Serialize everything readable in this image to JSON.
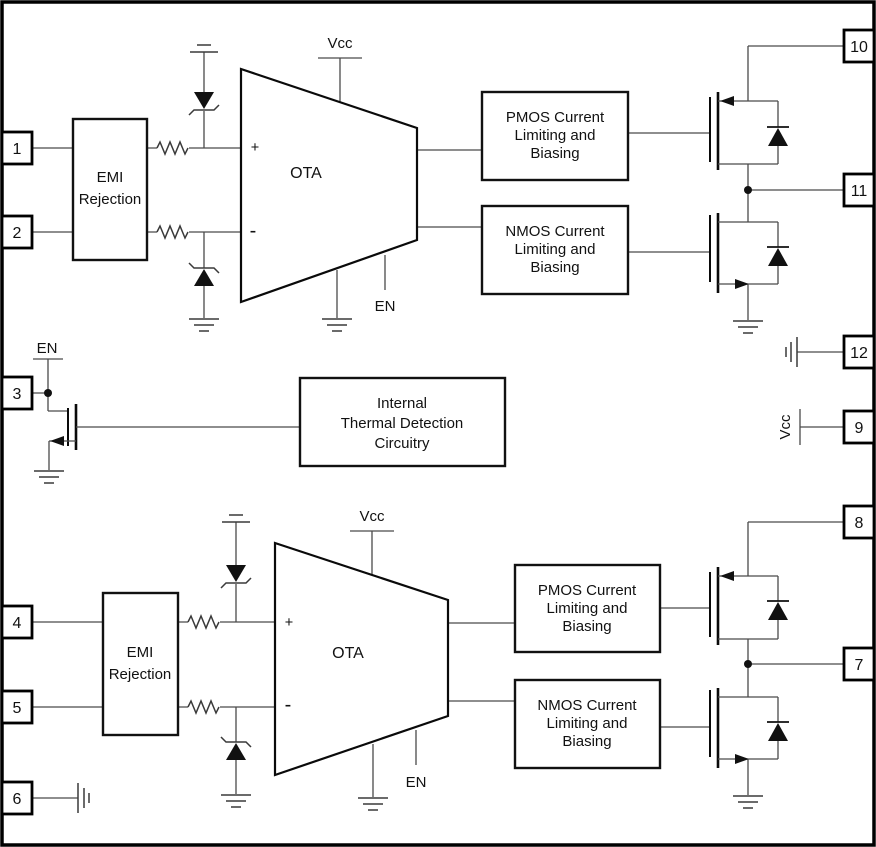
{
  "diagram": {
    "pins": {
      "left": [
        "1",
        "2",
        "3",
        "4",
        "5",
        "6"
      ],
      "right": [
        "10",
        "11",
        "12",
        "9",
        "8",
        "7"
      ]
    },
    "labels": {
      "emi": [
        "EMI",
        "Rejection"
      ],
      "ota": "OTA",
      "plus": "+",
      "minus": "-",
      "vcc": "Vcc",
      "en": "EN",
      "pmos": [
        "PMOS Current",
        "Limiting and",
        "Biasing"
      ],
      "nmos": [
        "NMOS Current",
        "Limiting and",
        "Biasing"
      ],
      "thermal": [
        "Internal",
        "Thermal Detection",
        "Circuitry"
      ]
    },
    "colors": {
      "component": "#000000",
      "wire": "#4a4a4a",
      "background": "#ffffff"
    }
  }
}
